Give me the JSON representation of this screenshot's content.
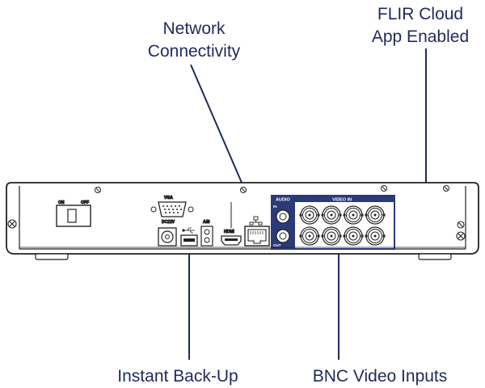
{
  "callouts": {
    "network": [
      "Network",
      "Connectivity"
    ],
    "flir": [
      "FLIR Cloud",
      "App Enabled"
    ],
    "backup": "Instant Back-Up",
    "bnc": "BNC Video Inputs"
  },
  "panel": {
    "power_on": "ON",
    "power_off": "OFF",
    "vga": "VGA",
    "dc_power": "DC12V",
    "ab": "A/B",
    "hdmi": "HDMI",
    "audio_header": "AUDIO",
    "video_header": "VIDEO IN",
    "audio_in": "IN",
    "audio_out": "OUT"
  },
  "colors": {
    "callout_text": "#1f2a5c",
    "leader_line": "#1f2a5c",
    "panel_header": "#2b3a78",
    "chassis": "#ffffff",
    "stroke": "#222222"
  }
}
